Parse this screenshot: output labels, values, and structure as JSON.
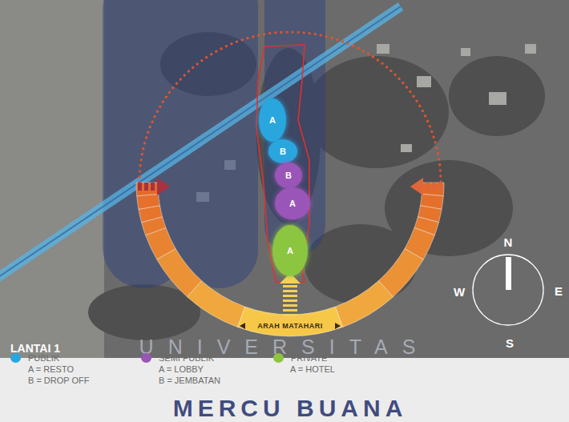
{
  "diagram": {
    "title": "LANTAI 1",
    "nodes": [
      {
        "text": [
          "A"
        ]
      },
      {
        "text": [
          "B"
        ]
      },
      {
        "text": [
          "B"
        ]
      },
      {
        "text": [
          "A"
        ]
      },
      {
        "text": [
          "A"
        ]
      }
    ],
    "labels": [
      "ARAH MATAHARI",
      "N",
      "W",
      "E",
      "S",
      "A = RESTO",
      "B = DROP OFF",
      "A = LOBBY",
      "B = JEMBATAN",
      "A = HOTEL",
      "UNIVERSITAS",
      "MERCU BUANA"
    ],
    "legend": [
      {
        "text": "PUBLIK",
        "color": "#2aa6df"
      },
      {
        "text": "SEMI PUBLIK",
        "color": "#9a55b8"
      },
      {
        "text": "PRIVATE",
        "color": "#8cc540"
      }
    ]
  }
}
